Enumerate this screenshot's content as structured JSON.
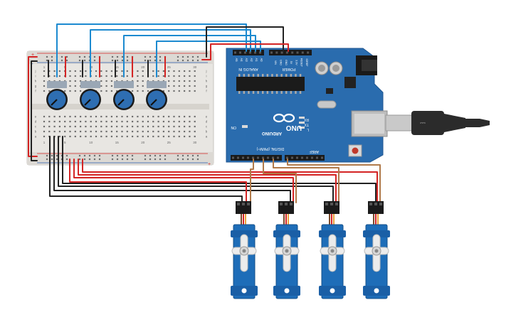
{
  "board": {
    "brand": "ARDUINO",
    "model": "UNO",
    "header_labels": {
      "analog_in": "ANALOG IN",
      "power": "POWER",
      "digital": "DIGITAL (PWM~)",
      "on": "ON",
      "tx": "TX",
      "rx": "RX",
      "l": "L",
      "aref": "AREF"
    },
    "analog_pins": [
      "A0",
      "A1",
      "A2",
      "A3",
      "A4",
      "A5"
    ],
    "power_pins": [
      "IOREF",
      "RESET",
      "3.3V",
      "5V",
      "GND",
      "GND",
      "VIN"
    ]
  },
  "breadboard": {
    "column_numbers": [
      "1",
      "5",
      "10",
      "15",
      "20",
      "25",
      "30"
    ],
    "row_letters_top": [
      "j",
      "i",
      "h",
      "g",
      "f"
    ],
    "row_letters_bottom": [
      "e",
      "d",
      "c",
      "b",
      "a"
    ],
    "rail_plus": "+",
    "rail_minus": "-"
  },
  "components": {
    "potentiometers": 4,
    "servos": 4,
    "servo_header_count": 4
  },
  "colors": {
    "board_blue": "#2a6cae",
    "breadboard": "#e8e6e2",
    "knob": "#2e6eb2",
    "servo": "#1e6db8",
    "wire_blue": "#1c8ad0",
    "wire_red": "#d42424",
    "wire_black": "#222222",
    "wire_brown": "#b07a4a"
  }
}
